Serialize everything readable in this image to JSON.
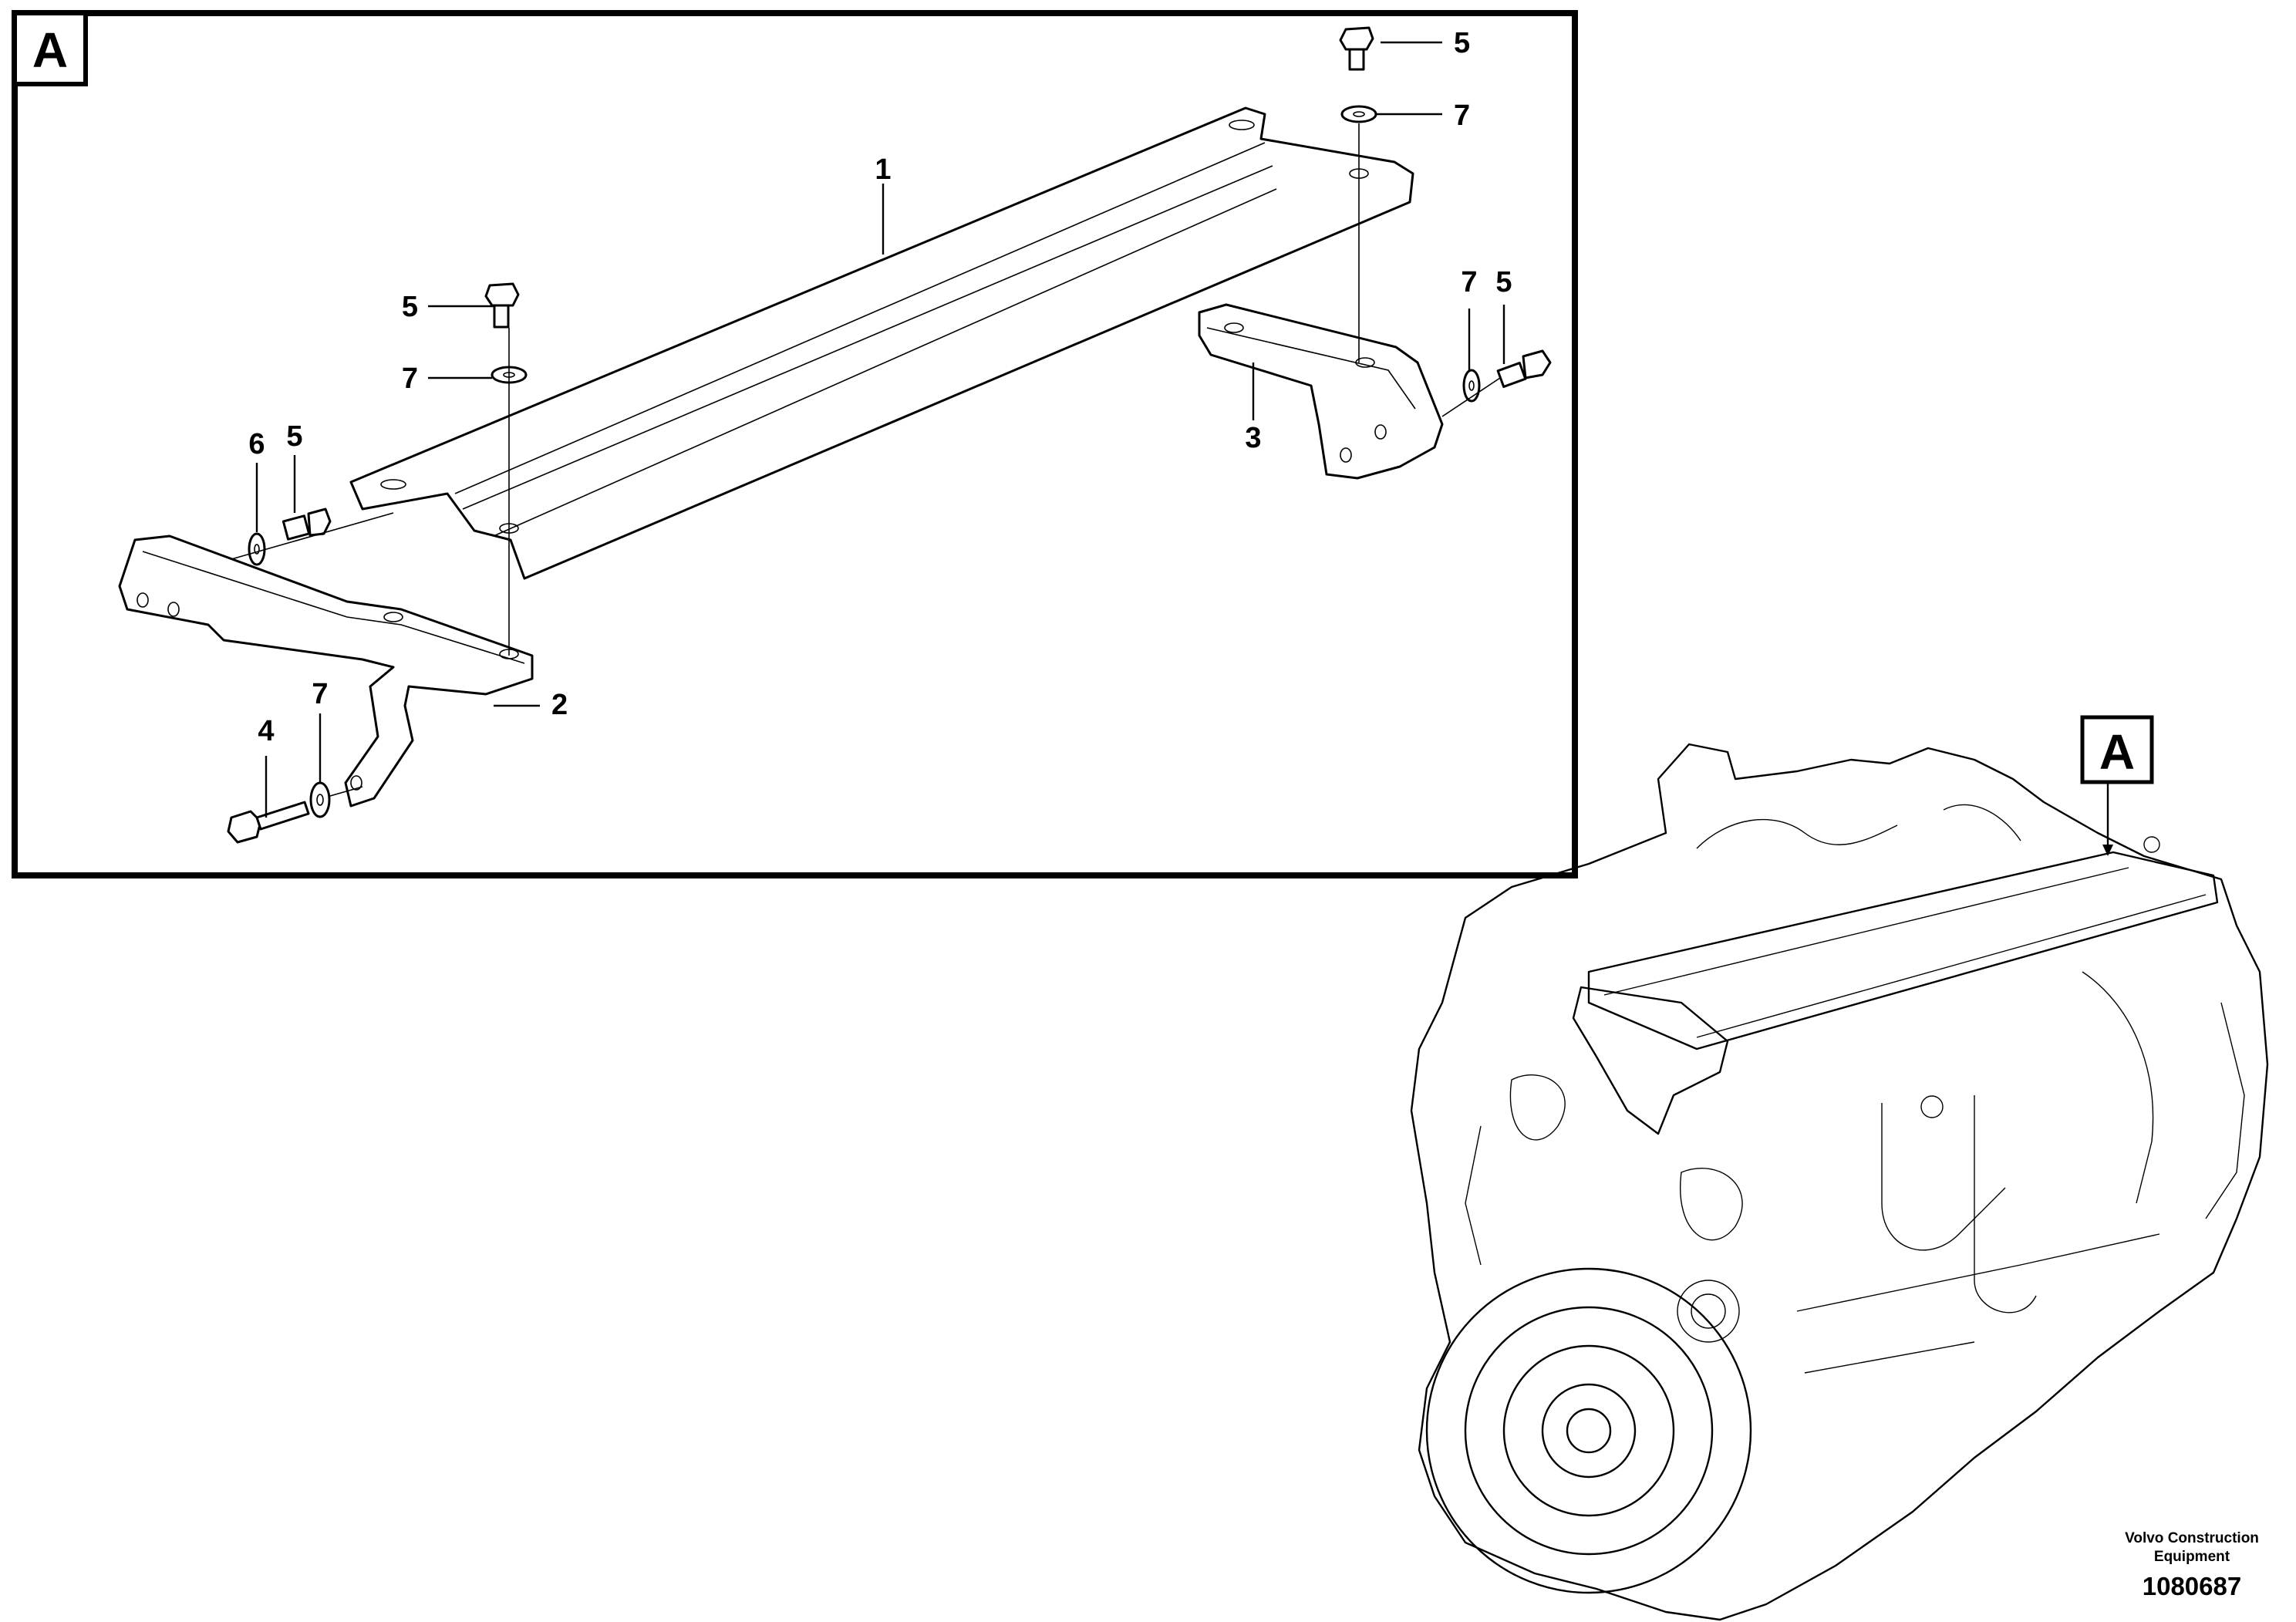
{
  "view_label": "A",
  "detail_callout": "A",
  "callouts": {
    "rail": "1",
    "front_bracket": "2",
    "rear_bracket": "3",
    "long_screw": "4",
    "flange_screw": "5",
    "spacer_washer": "6",
    "washer": "7"
  },
  "footer": {
    "brand_line1": "Volvo Construction",
    "brand_line2": "Equipment",
    "drawing_number": "1080687"
  }
}
